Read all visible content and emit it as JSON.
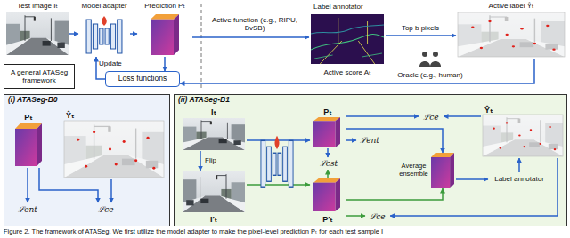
{
  "diagram": {
    "caption": "Figure 2. The framework of ATASeg. We first utilize the model adapter to make the pixel-level prediction Pₜ for each test sample I",
    "nodes": [
      {
        "text": [
          "Test image Iₜ"
        ]
      },
      {
        "text": [
          "Model adapter"
        ]
      },
      {
        "text": [
          "Prediction Pₜ"
        ]
      },
      {
        "text": [
          "Active score Aₜ"
        ]
      },
      {
        "text": [
          "Active label Ŷₜ"
        ]
      },
      {
        "text": [
          "Oracle (e.g., human)"
        ]
      },
      {
        "text": [
          "Loss functions"
        ]
      },
      {
        "text": [
          "A general ATASeg framework"
        ]
      },
      {
        "text": [
          "(i) ATASeg-B0"
        ]
      },
      {
        "text": [
          "Pₜ"
        ],
        "in": 8
      },
      {
        "text": [
          "Ŷₜ"
        ],
        "in": 8
      },
      {
        "text": [
          "ℒent"
        ],
        "in": 8
      },
      {
        "text": [
          "ℒce"
        ],
        "in": 8
      },
      {
        "text": [
          "(ii) ATASeg-B1"
        ]
      },
      {
        "text": [
          "Iₜ"
        ],
        "in": 13
      },
      {
        "text": [
          "I′ₜ"
        ],
        "in": 13
      },
      {
        "text": [
          "Pₜ"
        ],
        "in": 13
      },
      {
        "text": [
          "P′ₜ"
        ],
        "in": 13
      },
      {
        "text": [
          "ℒcst"
        ],
        "in": 13
      },
      {
        "text": [
          "ℒent"
        ],
        "in": 13
      },
      {
        "text": [
          "Average ensemble"
        ],
        "in": 13
      },
      {
        "text": [
          "ℒce"
        ],
        "in": 13
      },
      {
        "text": [
          "ℒce"
        ],
        "in": 13
      },
      {
        "text": [
          "Ŷₜ"
        ],
        "in": 13
      },
      {
        "text": [
          "Label annotator"
        ],
        "in": 13
      }
    ],
    "edges": [
      {
        "from": 0,
        "to": 1,
        "arrow": "to"
      },
      {
        "from": 1,
        "to": 2,
        "arrow": "to"
      },
      {
        "from": 2,
        "to": 3,
        "arrow": "to",
        "label": "Active function (e.g., RIPU, BvSB)"
      },
      {
        "from": 3,
        "to": 4,
        "arrow": "to",
        "label": "Top b pixels"
      },
      {
        "from": 2,
        "to": 6,
        "arrow": "to"
      },
      {
        "from": 4,
        "to": 6,
        "arrow": "to"
      },
      {
        "from": 6,
        "to": 1,
        "arrow": "to",
        "label": "Update"
      },
      {
        "from": 9,
        "to": 11,
        "arrow": "to"
      },
      {
        "from": 9,
        "to": 12,
        "arrow": "to"
      },
      {
        "from": 10,
        "to": 12,
        "arrow": "to"
      },
      {
        "from": 14,
        "to": 15,
        "arrow": "to",
        "label": "Flip"
      },
      {
        "from": 14,
        "to": 16,
        "arrow": "to"
      },
      {
        "from": 15,
        "to": 17,
        "arrow": "to"
      },
      {
        "from": 16,
        "to": 18,
        "arrow": "to"
      },
      {
        "from": 17,
        "to": 18,
        "arrow": "to"
      },
      {
        "from": 16,
        "to": 19,
        "arrow": "to"
      },
      {
        "from": 16,
        "to": 21,
        "arrow": "to"
      },
      {
        "from": 16,
        "to": 20,
        "arrow": "to"
      },
      {
        "from": 17,
        "to": 20,
        "arrow": "to"
      },
      {
        "from": 17,
        "to": 22,
        "arrow": "to"
      },
      {
        "from": 20,
        "to": 24,
        "arrow": "to"
      },
      {
        "from": 24,
        "to": 23,
        "arrow": "to"
      },
      {
        "from": 23,
        "to": 21,
        "arrow": "to"
      },
      {
        "from": 23,
        "to": 22,
        "arrow": "to"
      }
    ],
    "labels": [
      "Label annotator"
    ]
  }
}
